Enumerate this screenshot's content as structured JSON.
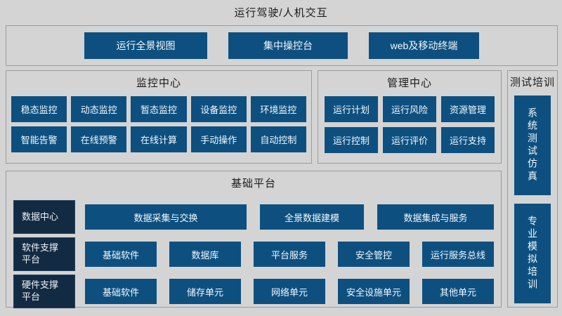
{
  "page": {
    "title": "运行驾驶/人机交互"
  },
  "colors": {
    "button_blue": "#0d5080",
    "dark_navy": "#132b42",
    "background": "#d4d4d4",
    "panel_border": "#9c9c9c"
  },
  "top_panel": {
    "buttons": [
      "运行全景视图",
      "集中操控台",
      "web及移动终端"
    ]
  },
  "monitoring": {
    "title": "监控中心",
    "buttons_row1": [
      "稳态监控",
      "动态监控",
      "暂态监控",
      "设备监控",
      "环境监控"
    ],
    "buttons_row2": [
      "智能告警",
      "在线预警",
      "在线计算",
      "手动操作",
      "自动控制"
    ]
  },
  "management": {
    "title": "管理中心",
    "buttons_row1": [
      "运行计划",
      "运行风险",
      "资源管理"
    ],
    "buttons_row2": [
      "运行控制",
      "运行评价",
      "运行支持"
    ]
  },
  "testing": {
    "title": "测试培训",
    "buttons": [
      "系统测试仿真",
      "专业模拟培训"
    ]
  },
  "platform": {
    "title": "基础平台",
    "rows": [
      {
        "category": "数据中心",
        "buttons": [
          "数据采集与交换",
          "全景数据建模",
          "数据集成与服务"
        ]
      },
      {
        "category": "软件支撑平台",
        "buttons": [
          "基础软件",
          "数据库",
          "平台服务",
          "安全管控",
          "运行服务总线"
        ]
      },
      {
        "category": "硬件支撑平台",
        "buttons": [
          "基础软件",
          "储存单元",
          "网络单元",
          "安全设施单元",
          "其他单元"
        ]
      }
    ]
  }
}
